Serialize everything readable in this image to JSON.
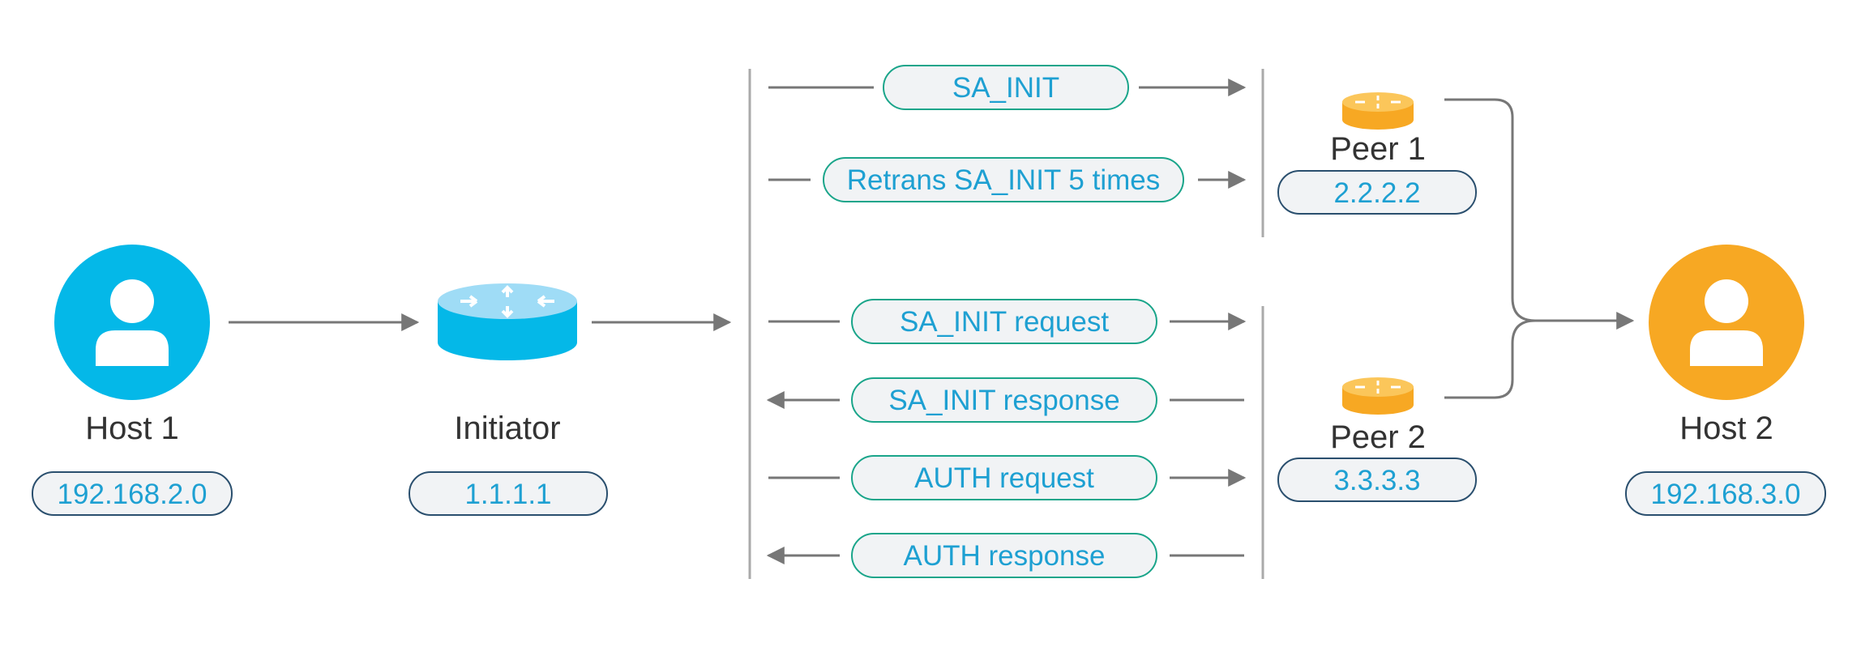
{
  "colors": {
    "host1": "#04b8e8",
    "host2": "#f7a823",
    "router_blue_top": "#9fdcf6",
    "router_blue_body": "#04b8e8",
    "router_orange_top": "#fbc65a",
    "router_orange_body": "#f7a823",
    "pill_border": "#1aa58a",
    "pill_fill": "#f1f3f5",
    "pill_text": "#1ea0d2",
    "ip_border": "#2a4f6e",
    "arrow": "#777777"
  },
  "nodes": {
    "host1": {
      "name": "Host 1",
      "ip": "192.168.2.0",
      "icon": "user-icon"
    },
    "initiator": {
      "name": "Initiator",
      "ip": "1.1.1.1",
      "icon": "router-icon"
    },
    "peer1": {
      "name": "Peer 1",
      "ip": "2.2.2.2",
      "icon": "router-icon"
    },
    "peer2": {
      "name": "Peer 2",
      "ip": "3.3.3.3",
      "icon": "router-icon"
    },
    "host2": {
      "name": "Host 2",
      "ip": "192.168.3.0",
      "icon": "user-icon"
    }
  },
  "messages": {
    "peer1": [
      {
        "text": "SA_INIT",
        "direction": "right"
      },
      {
        "text": "Retrans SA_INIT 5 times",
        "direction": "right"
      }
    ],
    "peer2": [
      {
        "text": "SA_INIT request",
        "direction": "right"
      },
      {
        "text": "SA_INIT response",
        "direction": "left"
      },
      {
        "text": "AUTH request",
        "direction": "right"
      },
      {
        "text": "AUTH response",
        "direction": "left"
      }
    ]
  }
}
